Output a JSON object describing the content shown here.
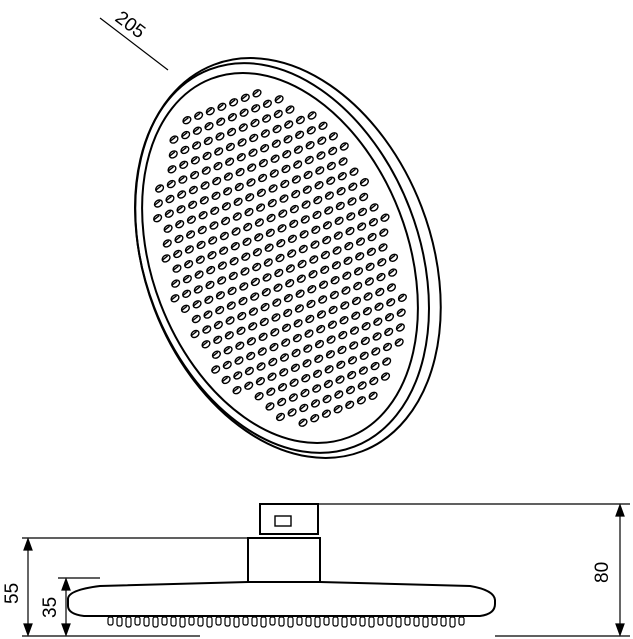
{
  "dimensions": {
    "diameter": "205",
    "total_height": "80",
    "height_55": "55",
    "height_35": "35"
  },
  "colors": {
    "line": "#000000",
    "background": "#ffffff"
  },
  "views": [
    "top-oblique-view",
    "side-elevation-view"
  ]
}
